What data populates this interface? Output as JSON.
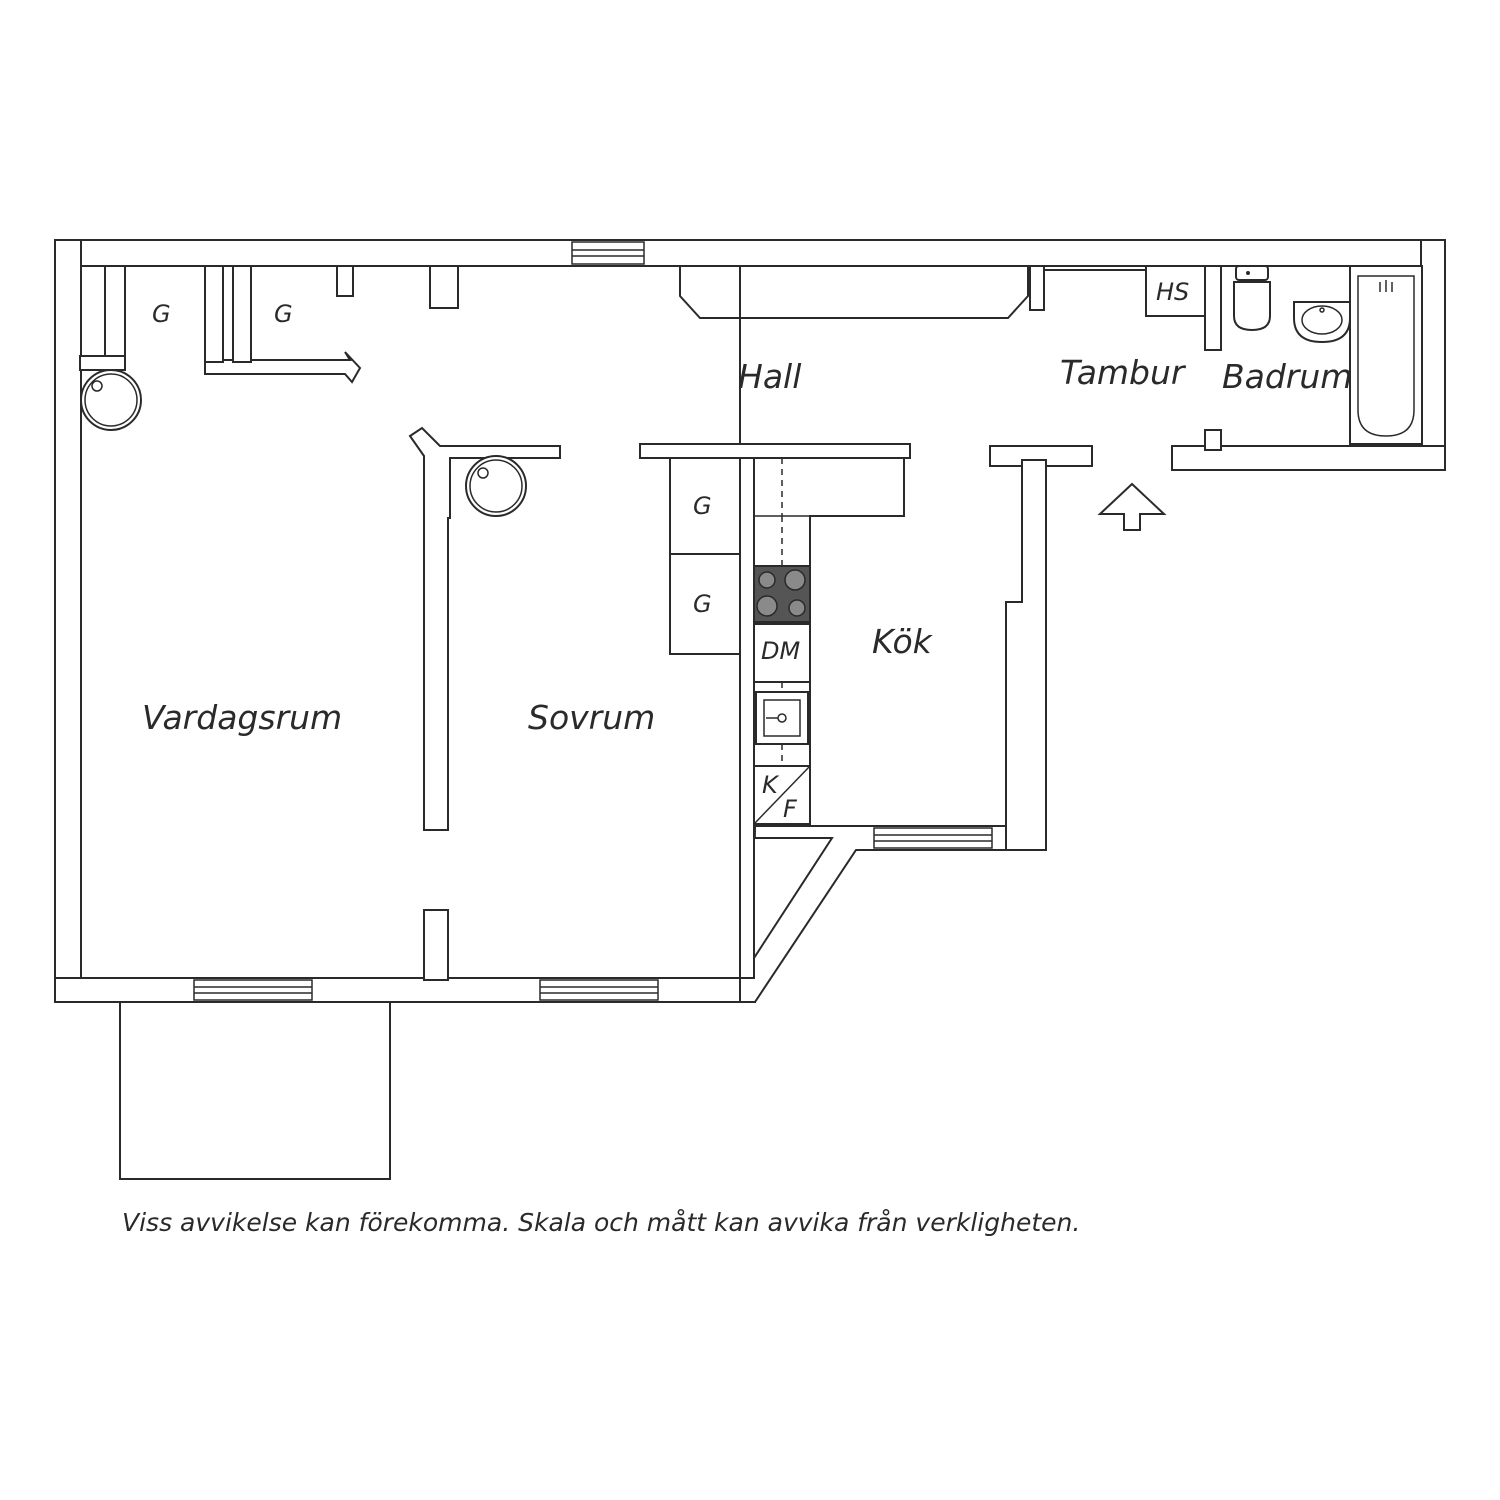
{
  "rooms": {
    "hall": "Hall",
    "tambur": "Tambur",
    "badrum": "Badrum",
    "vardagsrum": "Vardagsrum",
    "sovrum": "Sovrum",
    "kok": "Kök"
  },
  "fixtures": {
    "wardrobe": "G",
    "heating_cabinet": "HS",
    "dishwasher": "DM",
    "fridge_k": "K",
    "freezer_f": "F"
  },
  "disclaimer": "Viss avvikelse kan förekomma. Skala och mått kan avvika från verkligheten.",
  "colors": {
    "line": "#2a2a2a",
    "background": "#ffffff",
    "stove": "#555555"
  }
}
